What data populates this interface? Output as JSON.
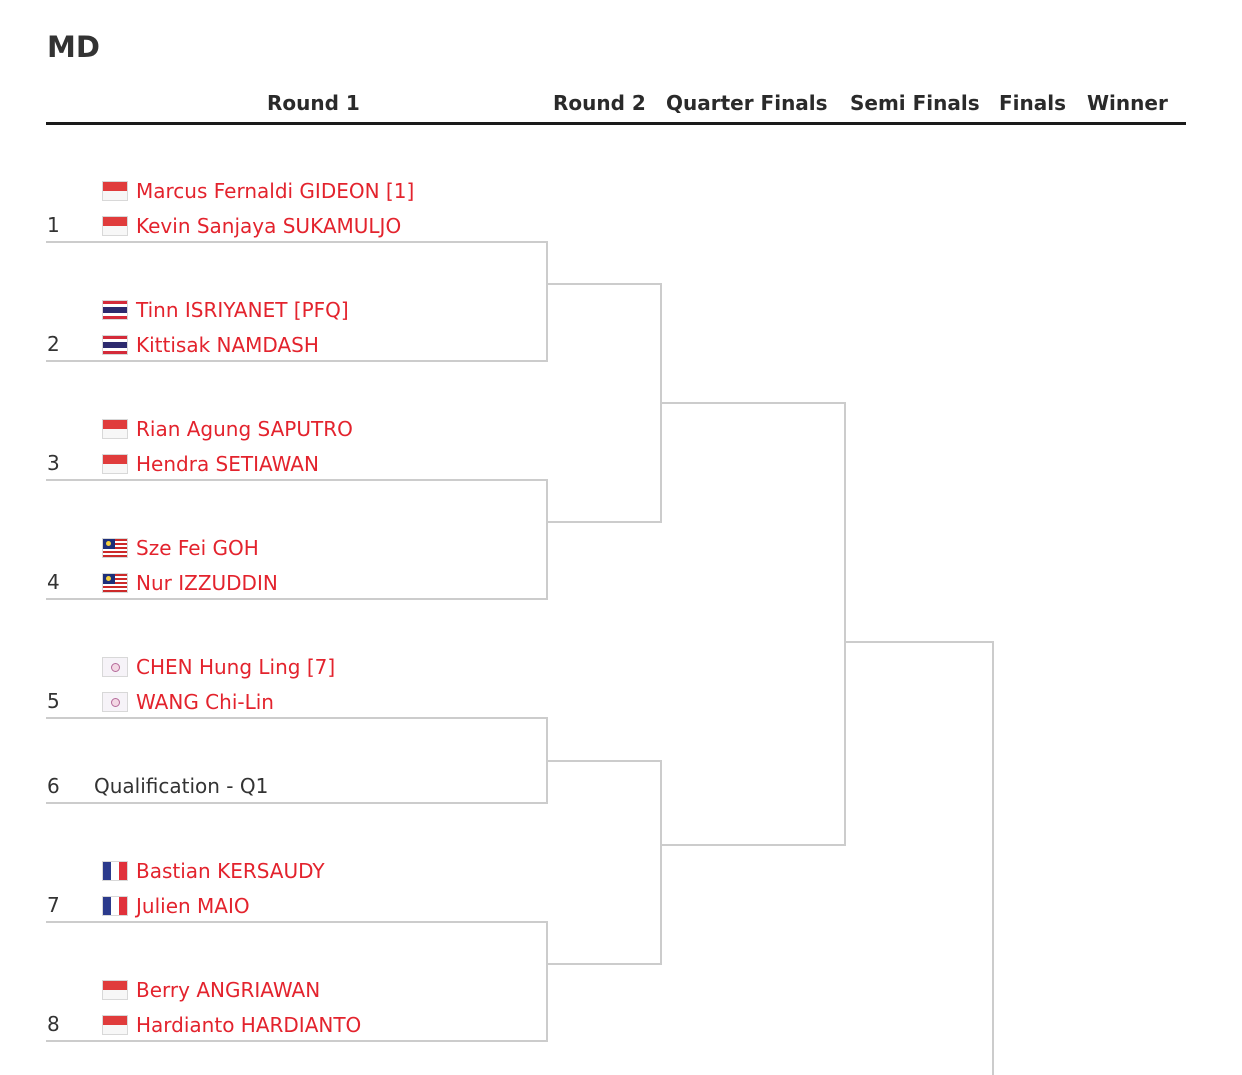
{
  "title": "MD",
  "rounds": [
    "Round 1",
    "Round 2",
    "Quarter Finals",
    "Semi Finals",
    "Finals",
    "Winner"
  ],
  "matches": [
    {
      "seed": "1",
      "players": [
        {
          "name": "Marcus Fernaldi GIDEON [1]",
          "flag": "indonesia-flag-icon"
        },
        {
          "name": "Kevin Sanjaya SUKAMULJO",
          "flag": "indonesia-flag-icon"
        }
      ]
    },
    {
      "seed": "2",
      "players": [
        {
          "name": "Tinn ISRIYANET [PFQ]",
          "flag": "thailand-flag-icon"
        },
        {
          "name": "Kittisak NAMDASH",
          "flag": "thailand-flag-icon"
        }
      ]
    },
    {
      "seed": "3",
      "players": [
        {
          "name": "Rian Agung SAPUTRO",
          "flag": "indonesia-flag-icon"
        },
        {
          "name": "Hendra SETIAWAN",
          "flag": "indonesia-flag-icon"
        }
      ]
    },
    {
      "seed": "4",
      "players": [
        {
          "name": "Sze Fei GOH",
          "flag": "malaysia-flag-icon"
        },
        {
          "name": "Nur IZZUDDIN",
          "flag": "malaysia-flag-icon"
        }
      ]
    },
    {
      "seed": "5",
      "players": [
        {
          "name": "CHEN Hung Ling [7]",
          "flag": "chinese-taipei-flag-icon"
        },
        {
          "name": "WANG Chi-Lin",
          "flag": "chinese-taipei-flag-icon"
        }
      ]
    },
    {
      "seed": "6",
      "qualification": "Qualification - Q1"
    },
    {
      "seed": "7",
      "players": [
        {
          "name": "Bastian KERSAUDY",
          "flag": "france-flag-icon"
        },
        {
          "name": "Julien MAIO",
          "flag": "france-flag-icon"
        }
      ]
    },
    {
      "seed": "8",
      "players": [
        {
          "name": "Berry ANGRIAWAN",
          "flag": "indonesia-flag-icon"
        },
        {
          "name": "Hardianto HARDIANTO",
          "flag": "indonesia-flag-icon"
        }
      ]
    }
  ]
}
